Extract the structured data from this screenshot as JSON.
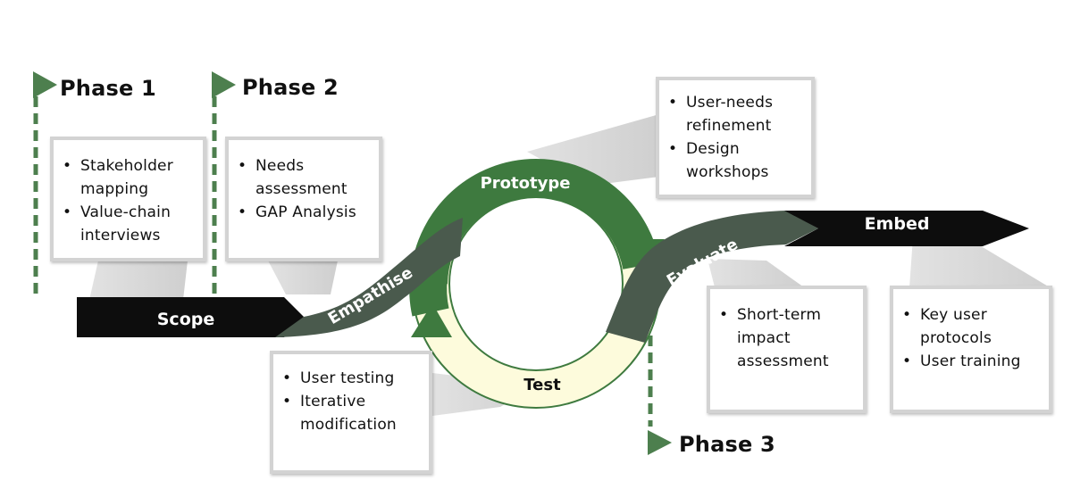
{
  "phases": [
    {
      "label": "Phase 1"
    },
    {
      "label": "Phase 2"
    },
    {
      "label": "Phase 3"
    }
  ],
  "stages": {
    "scope": "Scope",
    "empathise": "Empathise",
    "prototype": "Prototype",
    "test": "Test",
    "evaluate": "Evaluate",
    "embed": "Embed"
  },
  "boxes": [
    {
      "items": [
        "Stakeholder mapping",
        "Value-chain interviews"
      ]
    },
    {
      "items": [
        "Needs assessment",
        "GAP Analysis"
      ]
    },
    {
      "items": [
        "User-needs refinement",
        "Design workshops"
      ]
    },
    {
      "items": [
        "User testing",
        "Iterative modification"
      ]
    },
    {
      "items": [
        "Short-term impact assessment"
      ]
    },
    {
      "items": [
        "Key user protocols",
        "User training"
      ]
    }
  ],
  "colors": {
    "dark_band": "#0d0d0d",
    "ribbon_gray": "#4a5a4d",
    "cycle_green": "#3e7a3f",
    "cycle_cream": "#fdfbdc",
    "callout_gray": "#d9d9d9",
    "flag_green": "#4d7f4e"
  }
}
